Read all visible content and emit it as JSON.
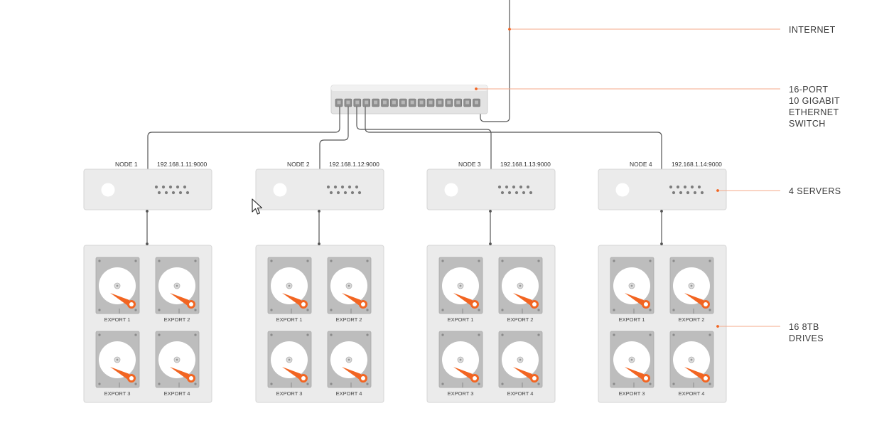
{
  "labels": {
    "internet": "INTERNET",
    "switch": "16-PORT\n10 GIGABIT\nETHERNET\nSWITCH",
    "servers": "4 SERVERS",
    "drives": "16 8TB\nDRIVES"
  },
  "nodes": [
    {
      "name": "NODE 1",
      "ip": "192.168.1.11:9000",
      "exports": [
        "EXPORT 1",
        "EXPORT 2",
        "EXPORT 3",
        "EXPORT 4"
      ]
    },
    {
      "name": "NODE 2",
      "ip": "192.168.1.12:9000",
      "exports": [
        "EXPORT 1",
        "EXPORT 2",
        "EXPORT 3",
        "EXPORT 4"
      ]
    },
    {
      "name": "NODE 3",
      "ip": "192.168.1.13:9000",
      "exports": [
        "EXPORT 1",
        "EXPORT 2",
        "EXPORT 3",
        "EXPORT 4"
      ]
    },
    {
      "name": "NODE 4",
      "ip": "192.168.1.14:9000",
      "exports": [
        "EXPORT 1",
        "EXPORT 2",
        "EXPORT 3",
        "EXPORT 4"
      ]
    }
  ],
  "colors": {
    "accent": "#f26522",
    "leader": "#f4a88a",
    "box": "#ebebeb",
    "box_border": "#d6d6d6",
    "line": "#555555"
  },
  "icons": [
    "switch-icon",
    "server-icon",
    "hard-drive-icon",
    "mouse-pointer-icon"
  ]
}
